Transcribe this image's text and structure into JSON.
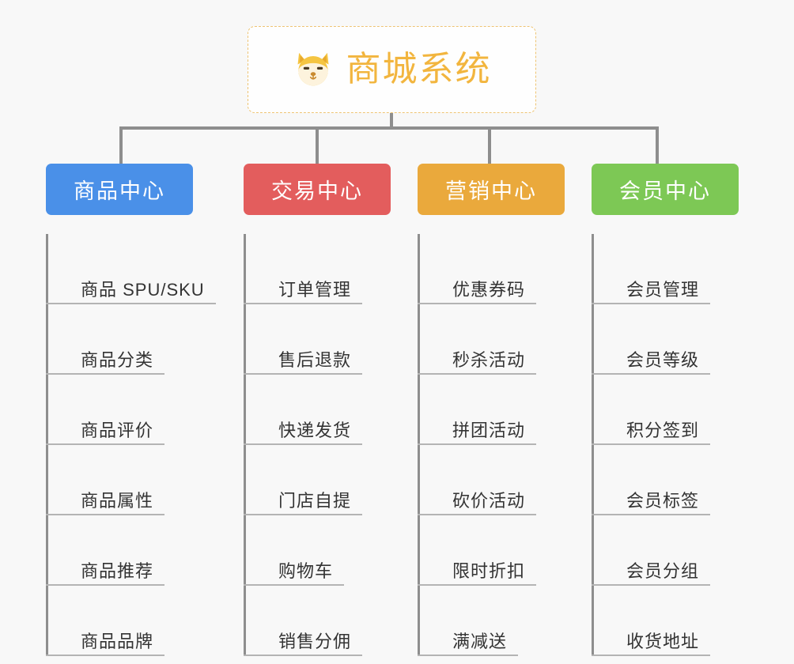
{
  "background_color": "#f8f8f8",
  "root": {
    "icon": "shiba-dog-face-icon",
    "title": "商城系统",
    "title_color": "#f2b53e",
    "border_color": "#eec473"
  },
  "columns": [
    {
      "header": "商品中心",
      "color": "#4a90e8",
      "items": [
        "商品 SPU/SKU",
        "商品分类",
        "商品评价",
        "商品属性",
        "商品推荐",
        "商品品牌"
      ]
    },
    {
      "header": "交易中心",
      "color": "#e35d5d",
      "items": [
        "订单管理",
        "售后退款",
        "快递发货",
        "门店自提",
        "购物车",
        "销售分佣"
      ]
    },
    {
      "header": "营销中心",
      "color": "#eaa93c",
      "items": [
        "优惠券码",
        "秒杀活动",
        "拼团活动",
        "砍价活动",
        "限时折扣",
        "满减送"
      ]
    },
    {
      "header": "会员中心",
      "color": "#7dc855",
      "items": [
        "会员管理",
        "会员等级",
        "积分签到",
        "会员标签",
        "会员分组",
        "收货地址"
      ]
    }
  ],
  "connector_color": "#8e8e8e",
  "leaf_rule_color": "#b4b4b4",
  "leaf_text_color": "#333333"
}
